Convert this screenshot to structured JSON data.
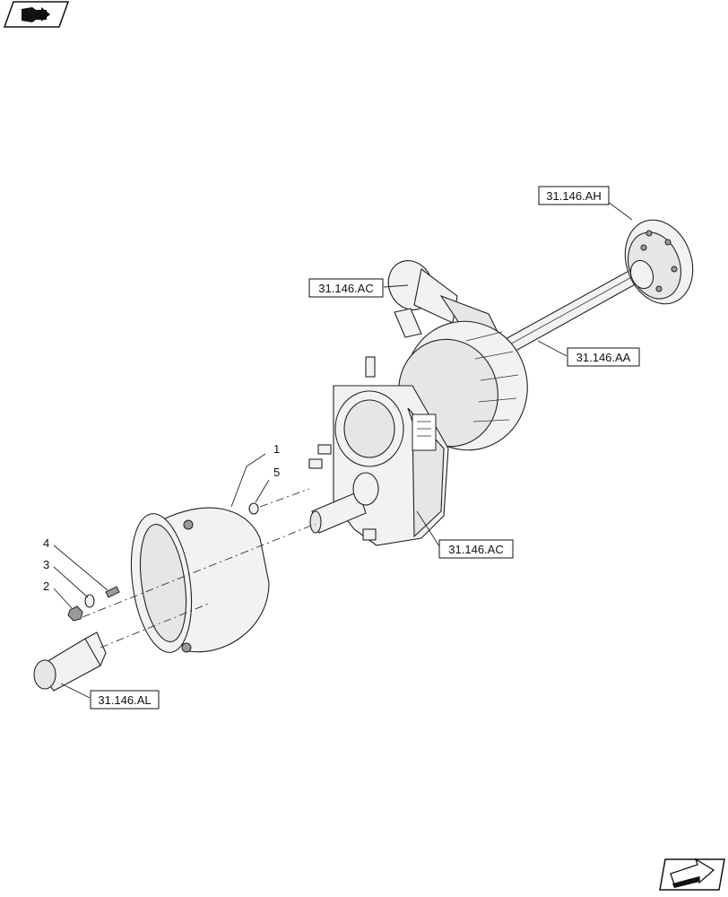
{
  "references": {
    "ah": "31.146.AH",
    "ac_top": "31.146.AC",
    "aa": "31.146.AA",
    "ac_bottom": "31.146.AC",
    "al": "31.146.AL"
  },
  "item_numbers": {
    "n1": "1",
    "n2": "2",
    "n3": "3",
    "n4": "4",
    "n5": "5"
  },
  "icons": {
    "top_left": "book-arrow-icon",
    "bottom_right": "next-page-arrow-icon"
  }
}
